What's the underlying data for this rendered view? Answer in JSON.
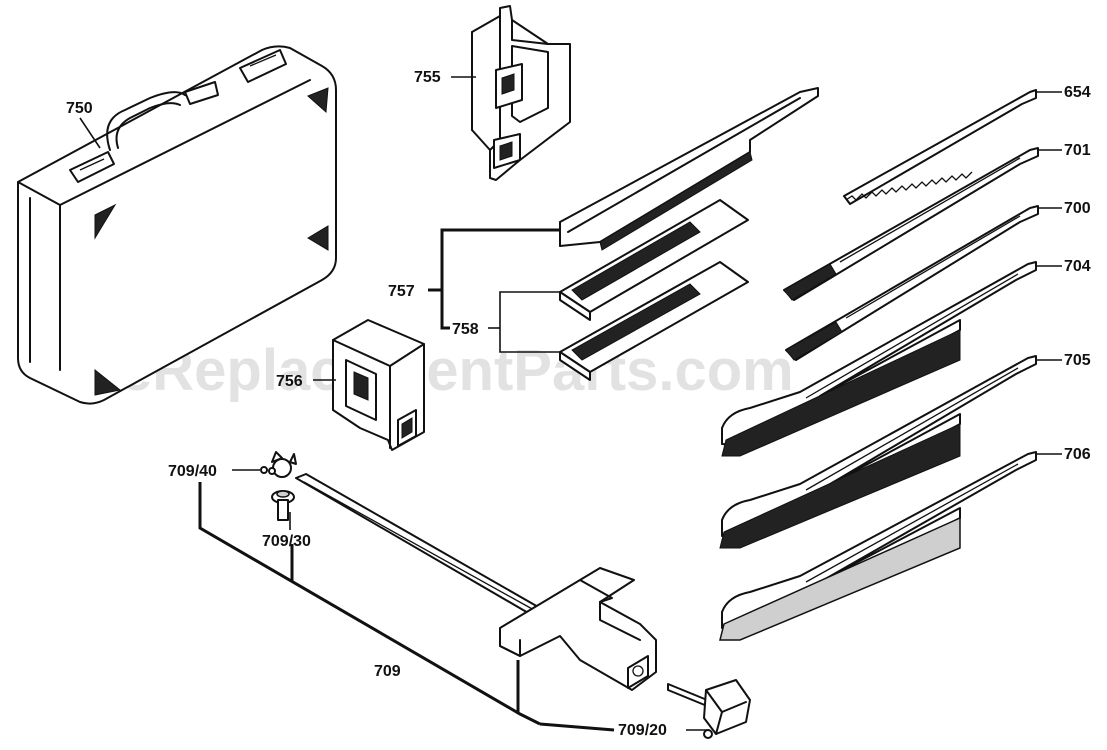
{
  "watermark": "eReplacementParts.com",
  "parts": {
    "p750": "750",
    "p755": "755",
    "p756": "756",
    "p757": "757",
    "p758": "758",
    "p654": "654",
    "p701": "701",
    "p700": "700",
    "p704": "704",
    "p705": "705",
    "p706": "706",
    "p709_40": "709/40",
    "p709_30": "709/30",
    "p709": "709",
    "p709_20": "709/20"
  }
}
